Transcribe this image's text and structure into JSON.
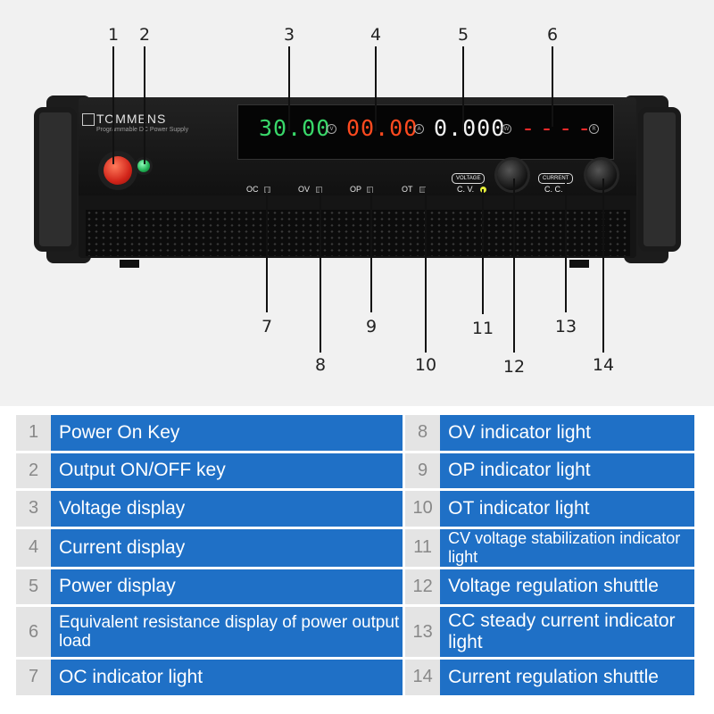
{
  "callouts": [
    "1",
    "2",
    "3",
    "4",
    "5",
    "6",
    "7",
    "8",
    "9",
    "10",
    "11",
    "12",
    "13",
    "14"
  ],
  "device": {
    "brand": "TOMMENS",
    "brand_sub": "Programmable DC Power Supply",
    "voltage_reading": "30.00",
    "current_reading": "00.00",
    "power_reading": "0.000",
    "resistance_reading": "----",
    "unit_v": "V",
    "unit_a": "A",
    "unit_w": "W",
    "unit_r": "R",
    "indicators": [
      "OC",
      "OV",
      "OP",
      "OT"
    ],
    "voltage_tag": "VOLTAGE",
    "current_tag": "CURRENT",
    "cv_label": "C. V.",
    "cc_label": "C. C.",
    "colors": {
      "voltage": "#39d86a",
      "current": "#ff4a1f",
      "power": "#f2f2f2",
      "resistance": "#ff2a2a"
    }
  },
  "legend": [
    {
      "num": "1",
      "text": "Power On Key"
    },
    {
      "num": "2",
      "text": "Output ON/OFF key"
    },
    {
      "num": "3",
      "text": "Voltage display"
    },
    {
      "num": "4",
      "text": "Current display"
    },
    {
      "num": "5",
      "text": "Power display"
    },
    {
      "num": "6",
      "text": "Equivalent resistance display of power output load"
    },
    {
      "num": "7",
      "text": "OC indicator light"
    },
    {
      "num": "8",
      "text": "OV indicator light"
    },
    {
      "num": "9",
      "text": "OP indicator light"
    },
    {
      "num": "10",
      "text": "OT indicator light"
    },
    {
      "num": "11",
      "text": "CV voltage stabilization indicator light"
    },
    {
      "num": "12",
      "text": "Voltage regulation shuttle"
    },
    {
      "num": "13",
      "text": "CC steady current indicator light"
    },
    {
      "num": "14",
      "text": "Current regulation shuttle"
    }
  ],
  "colors": {
    "legend_blue": "#1f70c6",
    "legend_grey": "#e4e4e4"
  }
}
